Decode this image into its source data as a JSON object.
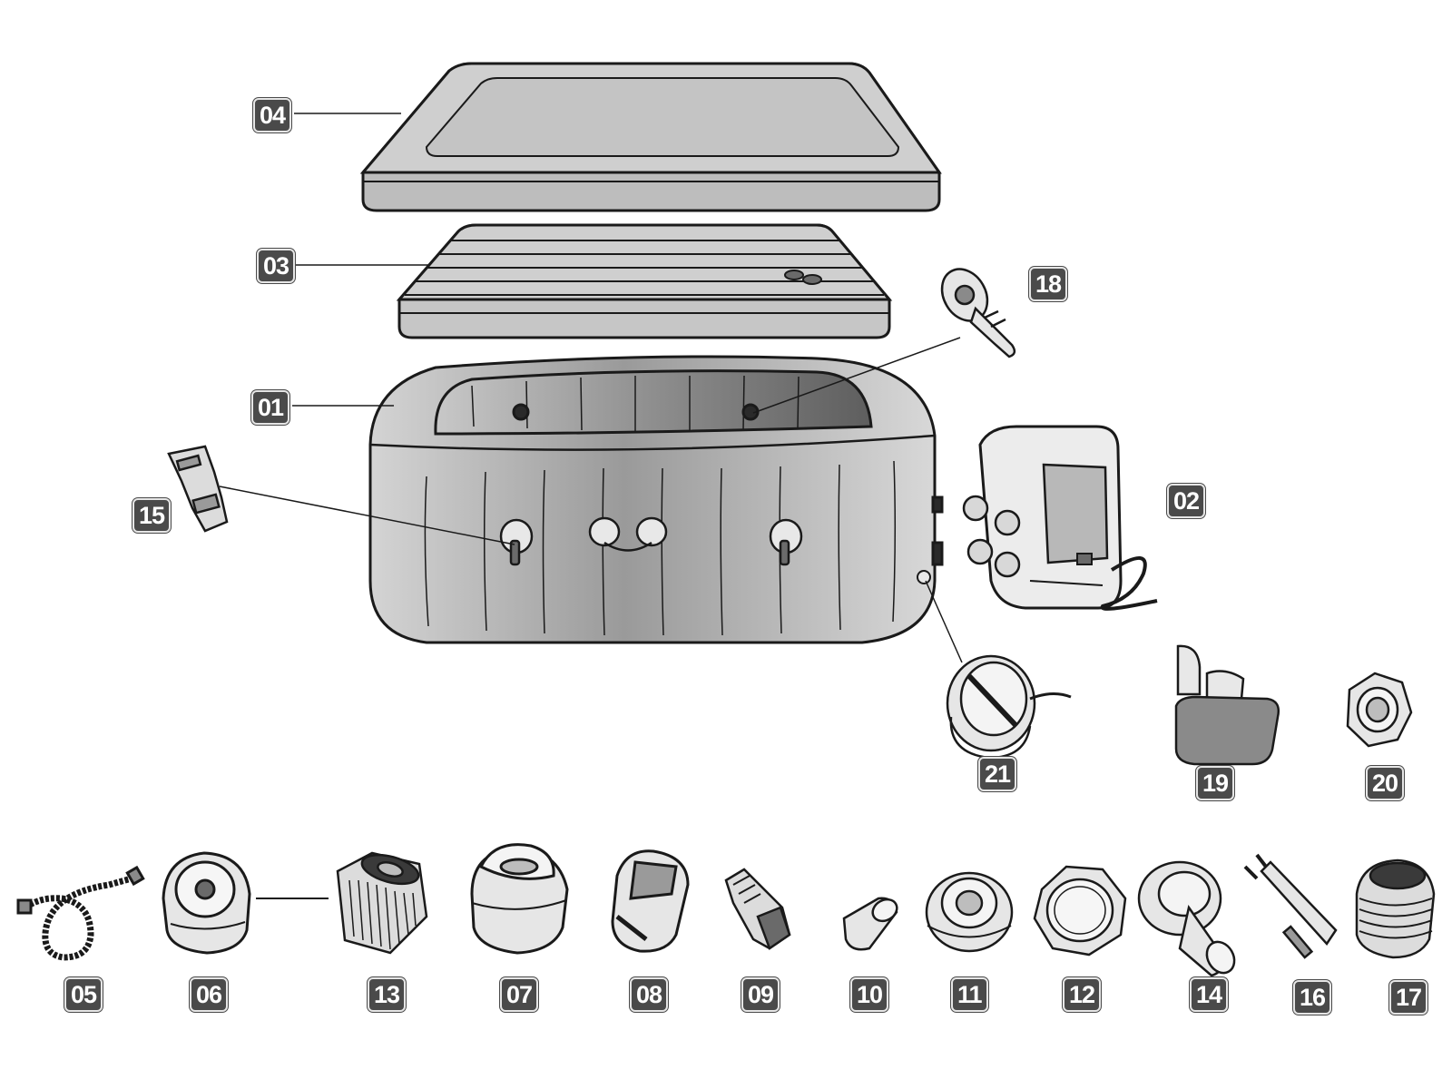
{
  "colors": {
    "label_bg": "#4a4a4a",
    "label_text": "#ffffff",
    "outline": "#1a1a1a",
    "fill_light": "#cfcfcf",
    "fill_mid": "#a9a9a9"
  },
  "parts": [
    {
      "id": "04",
      "label": "04"
    },
    {
      "id": "03",
      "label": "03"
    },
    {
      "id": "18",
      "label": "18"
    },
    {
      "id": "01",
      "label": "01"
    },
    {
      "id": "15",
      "label": "15"
    },
    {
      "id": "02",
      "label": "02"
    },
    {
      "id": "21",
      "label": "21"
    },
    {
      "id": "19",
      "label": "19"
    },
    {
      "id": "20",
      "label": "20"
    },
    {
      "id": "05",
      "label": "05"
    },
    {
      "id": "06",
      "label": "06"
    },
    {
      "id": "13",
      "label": "13"
    },
    {
      "id": "07",
      "label": "07"
    },
    {
      "id": "08",
      "label": "08"
    },
    {
      "id": "09",
      "label": "09"
    },
    {
      "id": "10",
      "label": "10"
    },
    {
      "id": "11",
      "label": "11"
    },
    {
      "id": "12",
      "label": "12"
    },
    {
      "id": "14",
      "label": "14"
    },
    {
      "id": "16",
      "label": "16"
    },
    {
      "id": "17",
      "label": "17"
    }
  ]
}
